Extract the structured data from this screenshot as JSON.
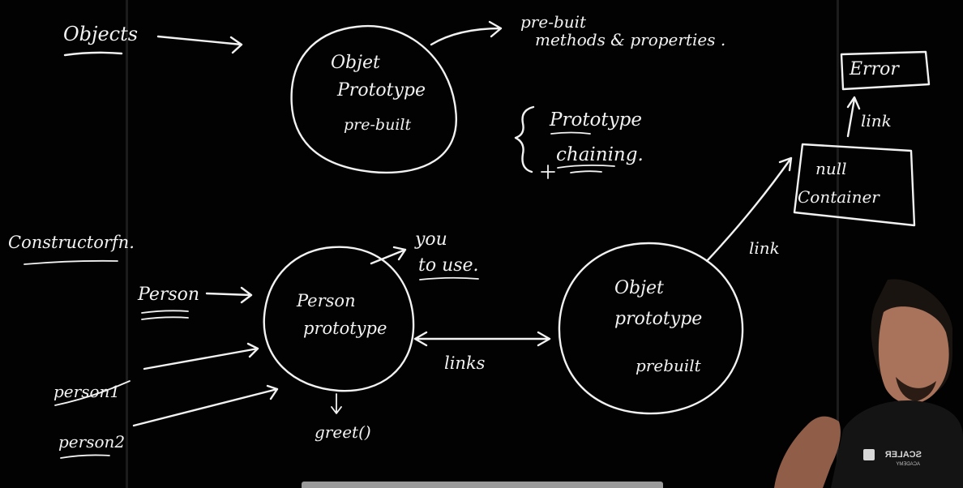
{
  "board": {
    "objects_label": "Objects",
    "constructor_label": "Constructorfn.",
    "obj_proto_top": [
      "Objet",
      "Prototype",
      "pre-built"
    ],
    "prebuilt_note": [
      "pre-buit",
      "methods & properties ."
    ],
    "chaining_note": [
      "Prototype",
      "chaining."
    ],
    "error_label": "Error",
    "link_top": "link",
    "null_box": [
      "null",
      "Container"
    ],
    "link_mid": "link",
    "person_label": "Person",
    "person_proto": [
      "Person",
      "prototype"
    ],
    "you_to_use": [
      "you",
      "to use."
    ],
    "links_label": "links",
    "obj_proto_bottom": [
      "Objet",
      "prototype",
      "prebuilt"
    ],
    "person1_label": "person1",
    "person2_label": "person2",
    "greet_label": "greet()"
  },
  "presenter": {
    "shirt_logo": "SCALER",
    "shirt_sub": "ACADEMY"
  },
  "colors": {
    "background": "#020202",
    "chalk": "#f2f2f2"
  }
}
